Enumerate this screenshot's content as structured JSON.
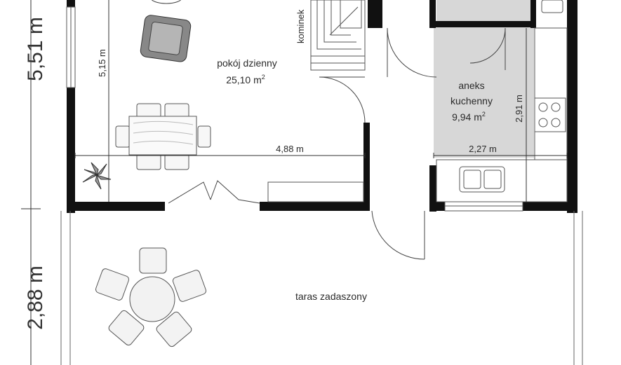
{
  "rooms": {
    "living": {
      "name": "pokój dzienny",
      "area": "25,10 m",
      "sup": "2"
    },
    "kitchen": {
      "name_line1": "aneks",
      "name_line2": "kuchenny",
      "area": "9,94 m",
      "sup": "2"
    },
    "terrace": {
      "name": "taras zadaszony"
    },
    "fireplace": {
      "name": "kominek"
    }
  },
  "dimensions": {
    "outer_upper": "5,51 m",
    "outer_lower": "2,88 m",
    "living_height": "5,15 m",
    "living_width": "4,88 m",
    "kitchen_height": "2,91 m",
    "kitchen_width": "2,27 m"
  },
  "colors": {
    "wall": "#111111",
    "kitchen_floor": "#d7d7d7",
    "line": "#555555",
    "furniture_fill": "#f2f2f2"
  }
}
